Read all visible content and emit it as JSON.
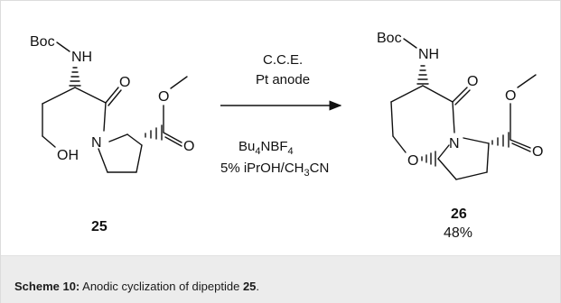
{
  "scheme": {
    "reactant": {
      "label_boc": "Boc",
      "label_nh": "NH",
      "label_o_keto": "O",
      "label_o_ester1": "O",
      "label_o_ester2": "O",
      "label_n": "N",
      "label_oh": "OH",
      "number": "25"
    },
    "conditions": {
      "above_line1": "C.C.E.",
      "above_line2": "Pt anode",
      "below_line1_main": "Bu",
      "below_line1_sub1": "4",
      "below_line1_mid": "NBF",
      "below_line1_sub2": "4",
      "below_line2_main": "5% iPrOH/CH",
      "below_line2_sub": "3",
      "below_line2_end": "CN"
    },
    "product": {
      "label_boc": "Boc",
      "label_nh": "NH",
      "label_o_keto": "O",
      "label_o_ester1": "O",
      "label_o_ester2": "O",
      "label_n": "N",
      "label_o_ring": "O",
      "number": "26",
      "yield": "48%"
    }
  },
  "caption": {
    "label": "Scheme 10:",
    "text": " Anodic cyclization of dipeptide ",
    "compound": "25",
    "end": "."
  }
}
